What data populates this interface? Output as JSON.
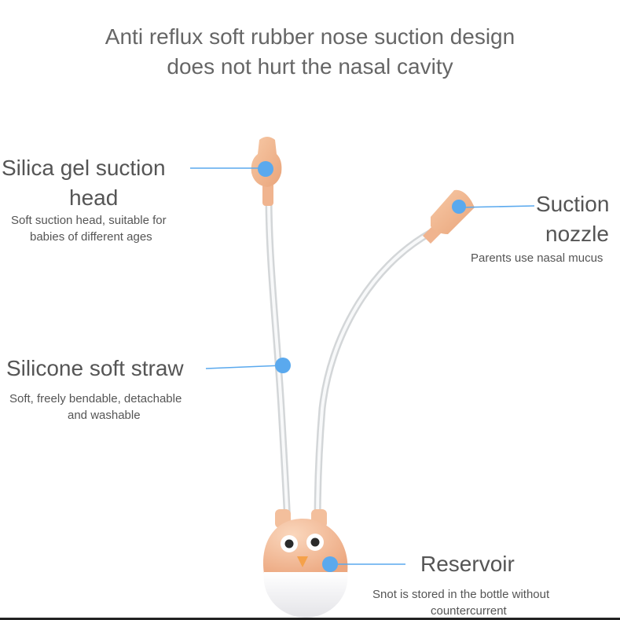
{
  "headline": {
    "line1": "Anti reflux soft rubber nose suction design",
    "line2": "does not hurt the nasal cavity"
  },
  "callouts": {
    "silica_head": {
      "title_line1": "Silica gel suction",
      "title_line2": "head",
      "desc_line1": "Soft suction head, suitable for",
      "desc_line2": "babies of different ages"
    },
    "suction_nozzle": {
      "title_line1": "Suction",
      "title_line2": "nozzle",
      "desc_line1": "Parents use nasal mucus"
    },
    "silicone_straw": {
      "title_line1": "Silicone soft straw",
      "desc_line1": "Soft, freely bendable, detachable",
      "desc_line2": "and washable"
    },
    "reservoir": {
      "title_line1": "Reservoir",
      "desc_line1": "Snot is stored in the bottle without",
      "desc_line2": "countercurrent"
    }
  },
  "colors": {
    "marker": "#5aa9ee",
    "leader": "#5aa9ee",
    "silicone": "#f2b58e",
    "tube": "#d9dcde",
    "bottle": "#f0f0f2"
  }
}
